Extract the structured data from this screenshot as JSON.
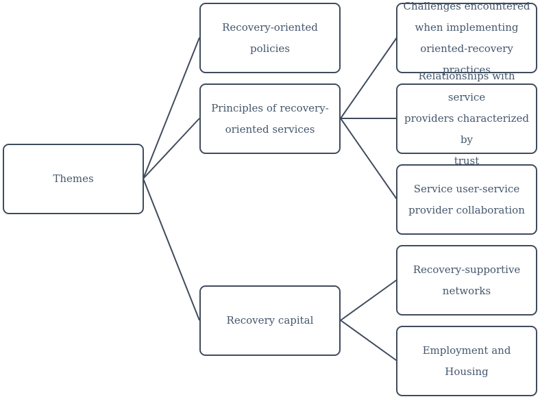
{
  "colors": {
    "stroke": "#3f4b5c",
    "text": "#44566b",
    "background": "#ffffff"
  },
  "root": {
    "label": "Themes"
  },
  "themes": [
    {
      "label": "Recovery-oriented policies"
    },
    {
      "label": "Principles of recovery-\noriented services"
    },
    {
      "label": "Recovery capital"
    }
  ],
  "subthemes": [
    {
      "label": "Challenges encountered\nwhen implementing\noriented-recovery practices"
    },
    {
      "label": "Relationships with service\nproviders characterized by\ntrust"
    },
    {
      "label": "Service user-service\nprovider collaboration"
    },
    {
      "label": "Recovery-supportive\nnetworks"
    },
    {
      "label": "Employment and Housing"
    }
  ]
}
